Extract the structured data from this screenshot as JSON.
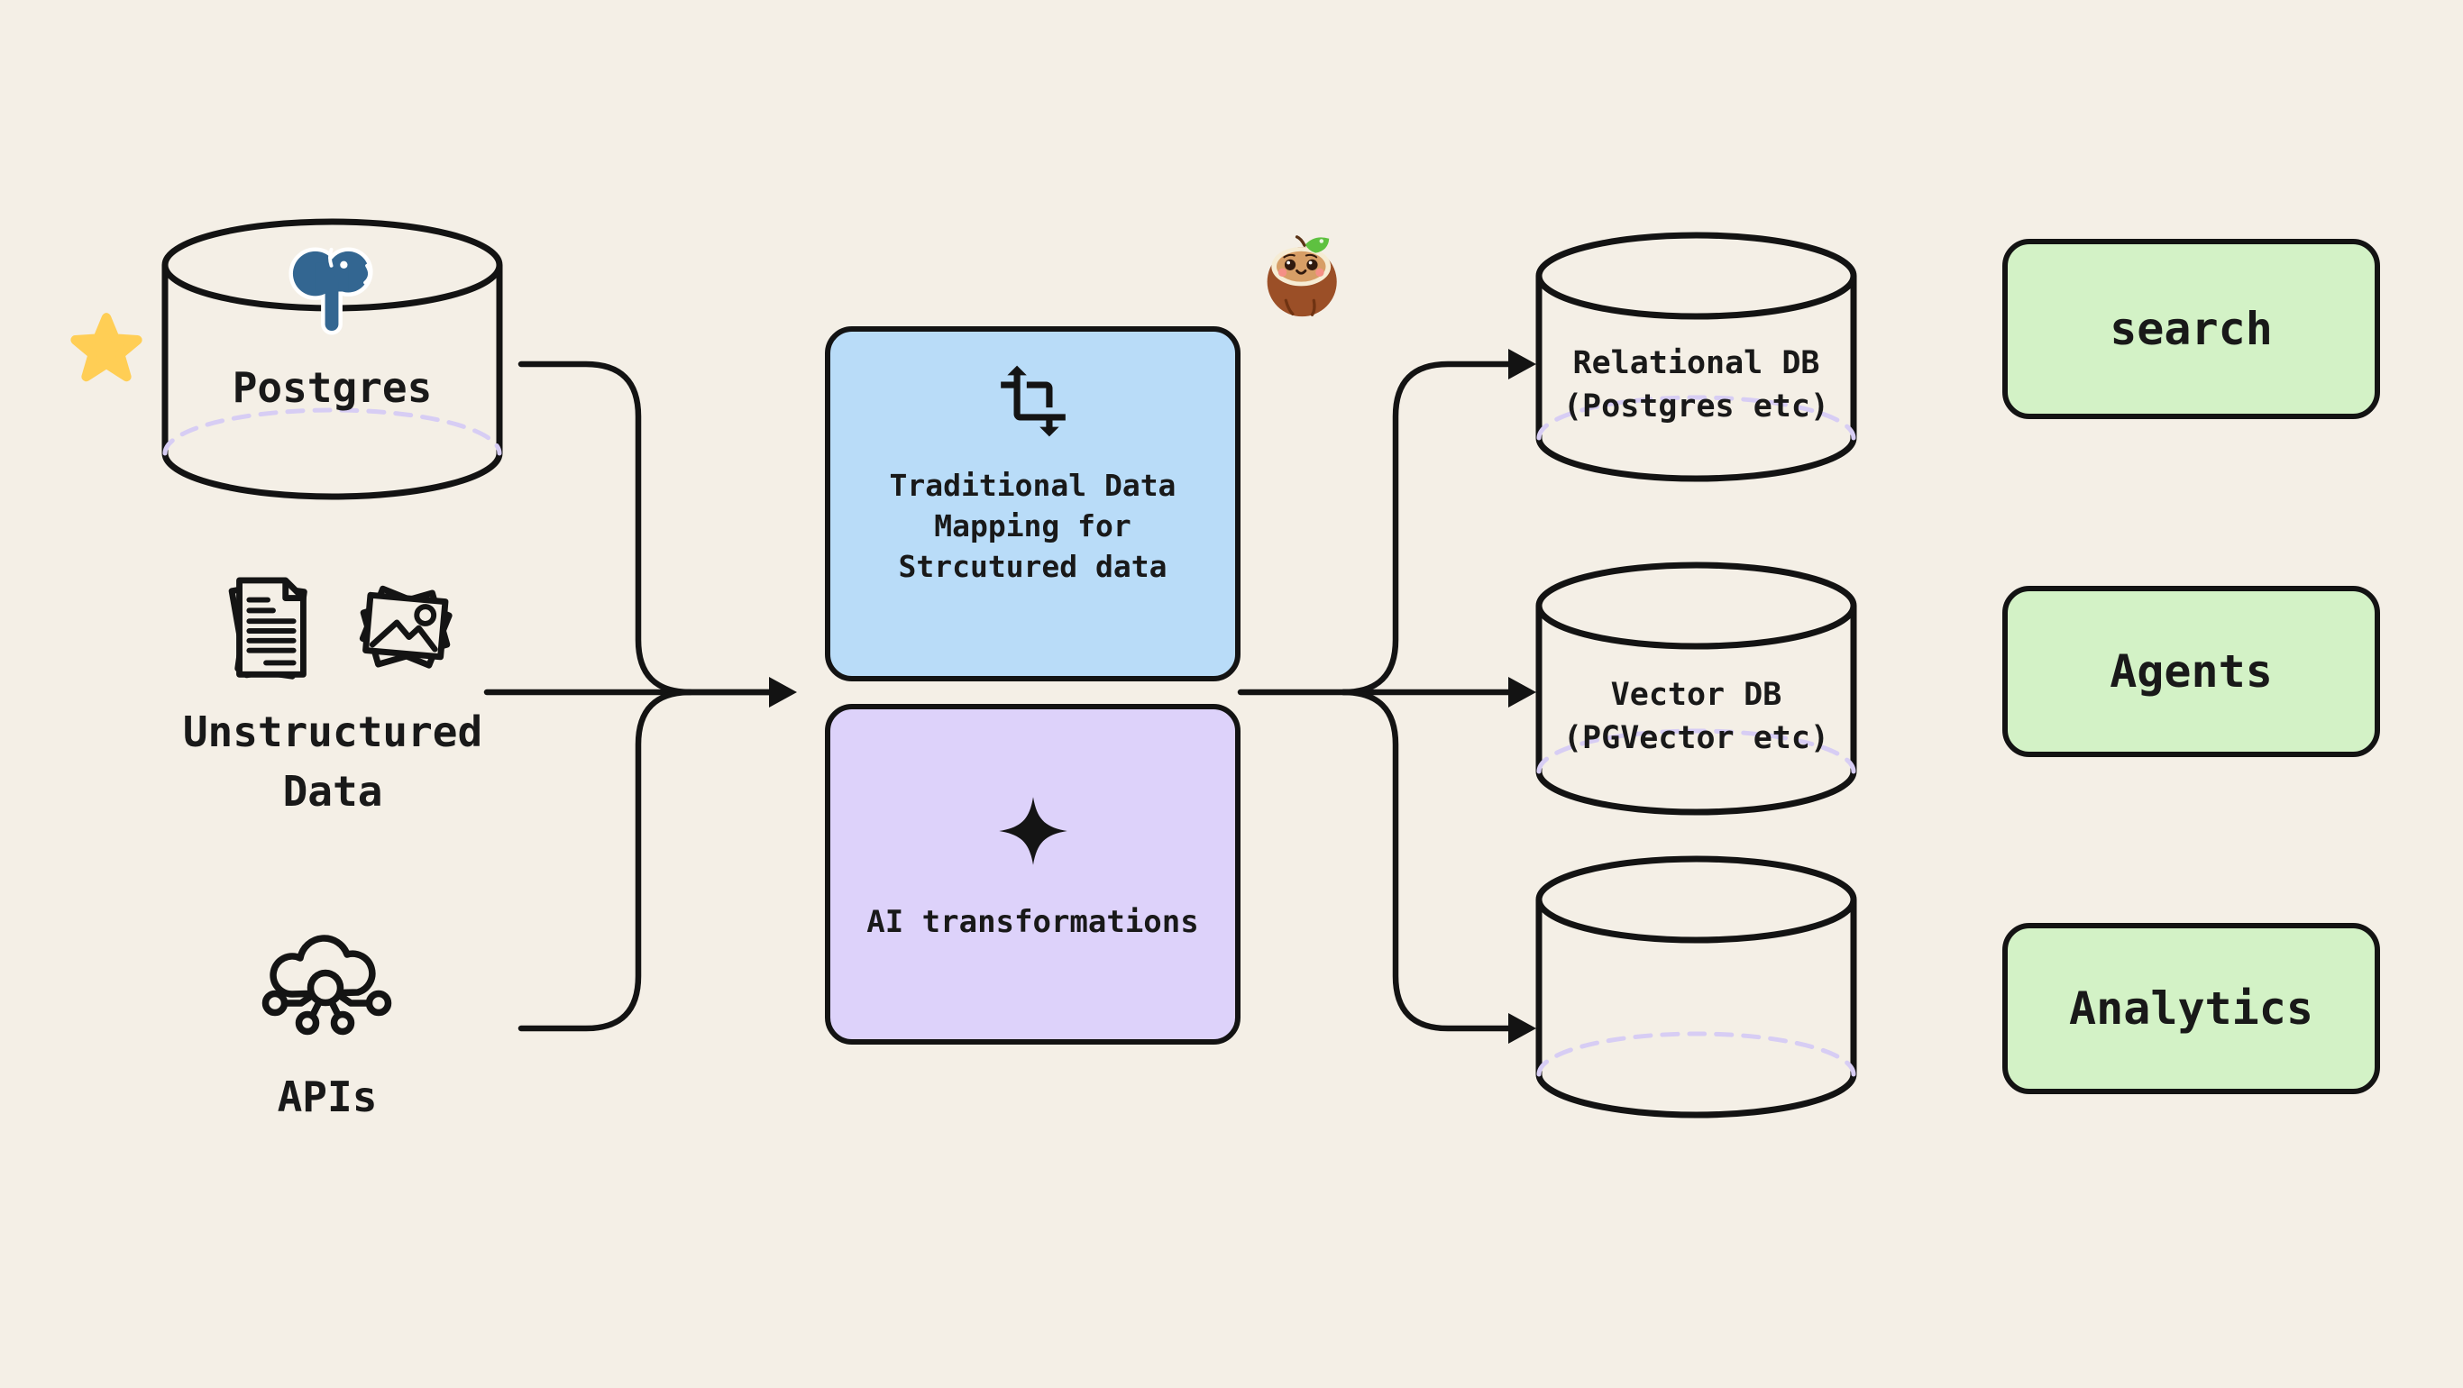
{
  "diagram": {
    "background": "#f4efe6",
    "sources": {
      "postgres": {
        "label": "Postgres",
        "icon": "postgres-elephant-icon"
      },
      "unstructured": {
        "label": "Unstructured Data",
        "icons": [
          "documents-stack-icon",
          "photos-stack-icon"
        ]
      },
      "apis": {
        "label": "APIs",
        "icon": "cloud-network-icon"
      }
    },
    "decorations": {
      "star": {
        "icon": "star-icon",
        "color": "#ffce55"
      },
      "coconut": {
        "icon": "coconut-mascot-icon"
      }
    },
    "transforms": {
      "traditional": {
        "label": "Traditional Data\nMapping for\nStrcutured data",
        "icon": "transform-arrows-icon",
        "fill": "#b9dcf8"
      },
      "ai": {
        "label": "AI transformations",
        "icon": "sparkle-icon",
        "fill": "#ddd2fa"
      }
    },
    "stores": {
      "relational": {
        "label": "Relational DB\n(Postgres etc)"
      },
      "vector": {
        "label": "Vector DB\n(PGVector etc)"
      },
      "unlabeled": {
        "label": ""
      }
    },
    "outputs": [
      {
        "label": "search"
      },
      {
        "label": "Agents"
      },
      {
        "label": "Analytics"
      }
    ],
    "colors": {
      "stroke": "#131313",
      "text": "#191919",
      "dashed_ellipse": "#d7cdf4",
      "blue_fill": "#b9dcf8",
      "purple_fill": "#ddd2fa",
      "green_fill": "#d3f2c6",
      "star_yellow": "#ffce55",
      "postgres_blue": "#336691"
    }
  }
}
